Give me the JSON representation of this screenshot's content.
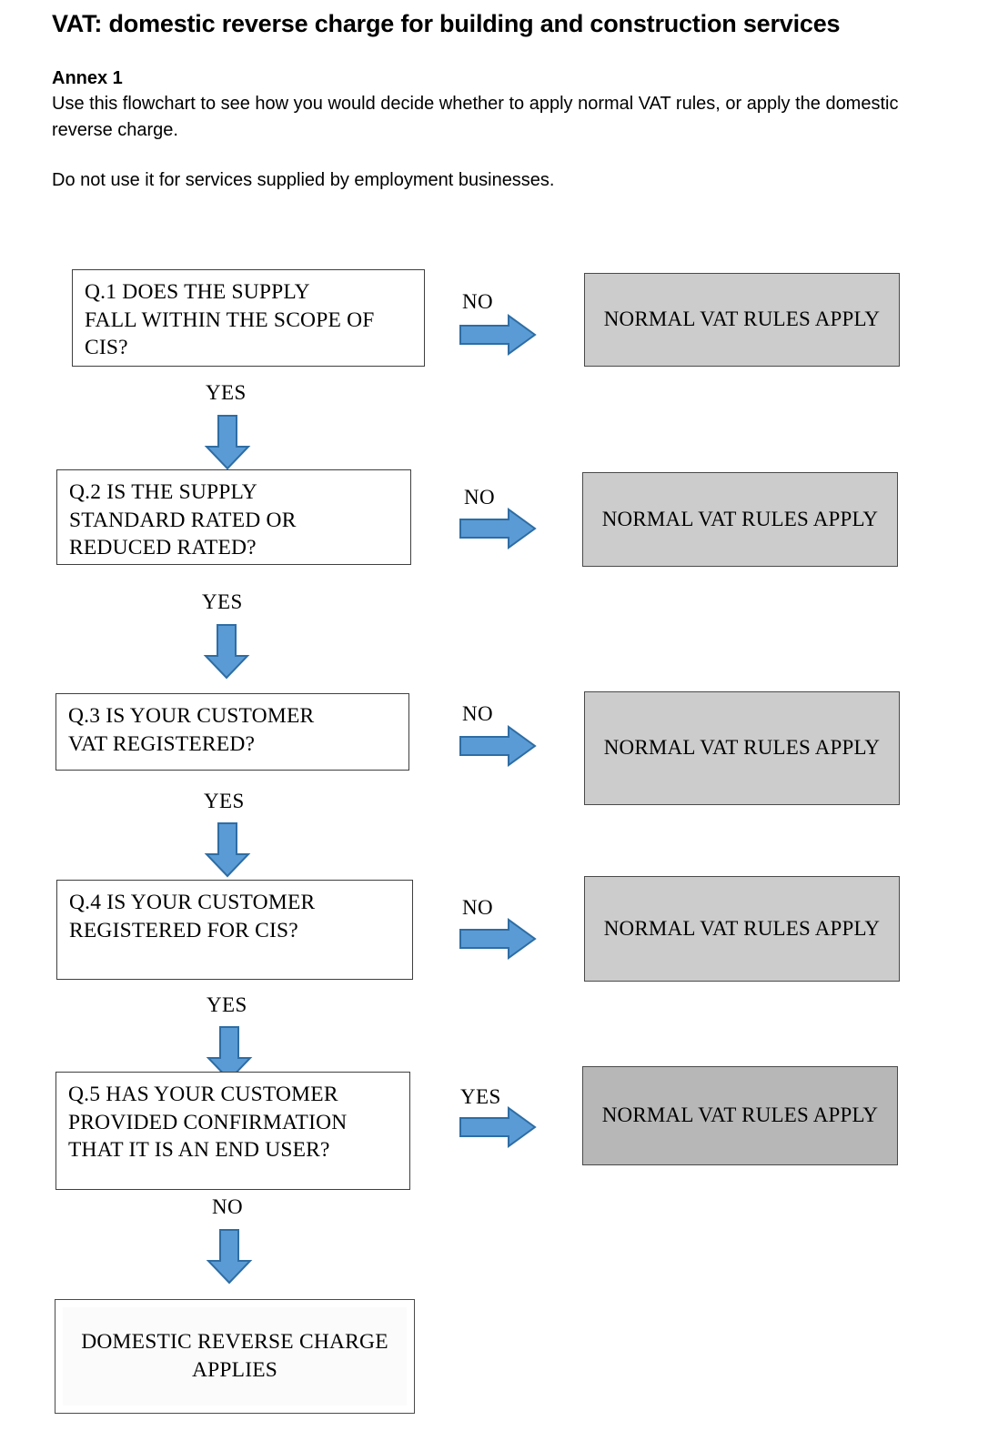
{
  "document": {
    "title": "VAT: domestic reverse charge for building and construction services",
    "annex_label": "Annex 1",
    "intro_line_1": "Use this flowchart to see how you would decide whether to apply normal VAT rules, or apply the domestic reverse charge.",
    "intro_line_2": "Do not use it for services supplied by employment businesses."
  },
  "colors": {
    "arrow_fill": "#5b9bd5",
    "arrow_stroke": "#2e6da4",
    "result_box_fill": "#cccccc",
    "result_box_fill_last": "#b7b7b7",
    "box_border": "#3f3f3f",
    "page_background": "#ffffff",
    "text": "#000000"
  },
  "chart_data": {
    "type": "diagram",
    "title": "VAT domestic reverse charge decision flowchart",
    "nodes": [
      {
        "id": "q1",
        "kind": "decision",
        "text": "Q.1   DOES   THE   SUPPLY FALL WITHIN THE SCOPE OF CIS?"
      },
      {
        "id": "r1",
        "kind": "outcome",
        "text": "NORMAL VAT RULES APPLY"
      },
      {
        "id": "q2",
        "kind": "decision",
        "text": "Q.2   IS   THE   SUPPLY STANDARD   RATED   OR REDUCED RATED?"
      },
      {
        "id": "r2",
        "kind": "outcome",
        "text": "NORMAL VAT RULES APPLY"
      },
      {
        "id": "q3",
        "kind": "decision",
        "text": "Q.3   IS  YOUR  CUSTOMER VAT REGISTERED?"
      },
      {
        "id": "r3",
        "kind": "outcome",
        "text": "NORMAL VAT RULES APPLY"
      },
      {
        "id": "q4",
        "kind": "decision",
        "text": "Q.4   IS  YOUR  CUSTOMER REGISTERED FOR CIS?"
      },
      {
        "id": "r4",
        "kind": "outcome",
        "text": "NORMAL VAT RULES APPLY"
      },
      {
        "id": "q5",
        "kind": "decision",
        "text": "Q.5   HAS YOUR CUSTOMER PROVIDED   CONFIRMATION THAT IT IS AN END USER?"
      },
      {
        "id": "r5",
        "kind": "outcome",
        "text": "NORMAL VAT RULES APPLY"
      },
      {
        "id": "final",
        "kind": "terminal",
        "text": "DOMESTIC REVERSE CHARGE APPLIES"
      }
    ],
    "edges": [
      {
        "from": "q1",
        "to": "r1",
        "label": "NO",
        "direction": "right"
      },
      {
        "from": "q1",
        "to": "q2",
        "label": "YES",
        "direction": "down"
      },
      {
        "from": "q2",
        "to": "r2",
        "label": "NO",
        "direction": "right"
      },
      {
        "from": "q2",
        "to": "q3",
        "label": "YES",
        "direction": "down"
      },
      {
        "from": "q3",
        "to": "r3",
        "label": "NO",
        "direction": "right"
      },
      {
        "from": "q3",
        "to": "q4",
        "label": "YES",
        "direction": "down"
      },
      {
        "from": "q4",
        "to": "r4",
        "label": "NO",
        "direction": "right"
      },
      {
        "from": "q4",
        "to": "q5",
        "label": "YES",
        "direction": "down"
      },
      {
        "from": "q5",
        "to": "r5",
        "label": "YES",
        "direction": "right"
      },
      {
        "from": "q5",
        "to": "final",
        "label": "NO",
        "direction": "down"
      }
    ]
  },
  "boxes": {
    "q1": {
      "line1": "Q.1   DOES   THE   SUPPLY",
      "line2": "FALL WITHIN THE SCOPE OF",
      "line3": "CIS?"
    },
    "q2": {
      "line1": "Q.2   IS   THE   SUPPLY",
      "line2": "STANDARD   RATED   OR",
      "line3": "REDUCED RATED?"
    },
    "q3": {
      "line1": "Q.3   IS  YOUR  CUSTOMER",
      "line2": "VAT REGISTERED?"
    },
    "q4": {
      "line1": "Q.4   IS  YOUR  CUSTOMER",
      "line2": "REGISTERED FOR CIS?"
    },
    "q5": {
      "line1": "Q.5   HAS YOUR CUSTOMER",
      "line2": "PROVIDED   CONFIRMATION",
      "line3": "THAT IT IS AN END USER?"
    },
    "result": "NORMAL VAT RULES APPLY",
    "final": "DOMESTIC REVERSE CHARGE APPLIES"
  },
  "labels": {
    "no": "NO",
    "yes": "YES"
  }
}
